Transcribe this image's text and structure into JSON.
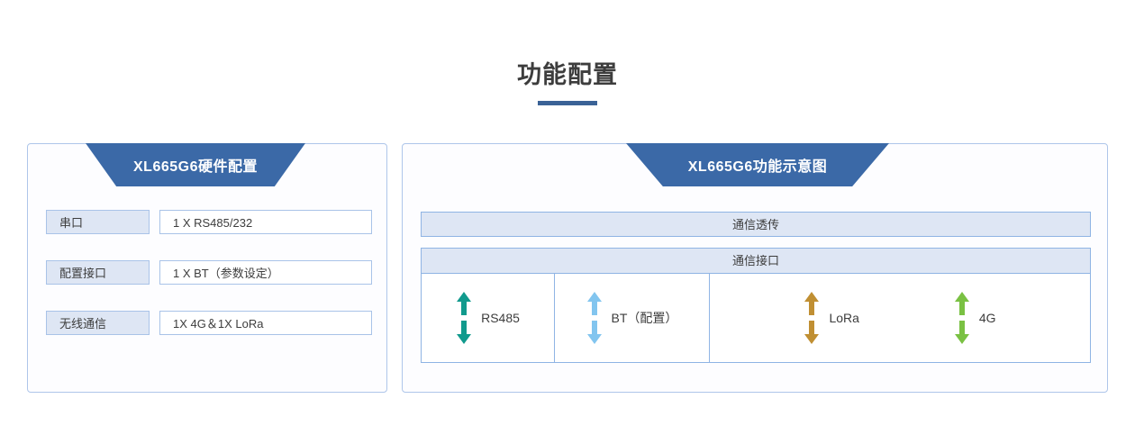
{
  "page": {
    "title": "功能配置"
  },
  "colors": {
    "banner_blue": "#3b69a7",
    "title_rule": "#3a6296",
    "cell_fill": "#dee6f4",
    "border_blue": "#a9c3e8",
    "arrow_rs485": "#119a8d",
    "arrow_bt": "#82c5ef",
    "arrow_lora": "#c08f33",
    "arrow_4g": "#7ac143"
  },
  "left_panel": {
    "banner_title": "XL665G6硬件配置",
    "rows": [
      {
        "label": "串口",
        "value": "1 X RS485/232"
      },
      {
        "label": "配置接口",
        "value": "1 X BT（参数设定）"
      },
      {
        "label": "无线通信",
        "value": "1X 4G＆1X LoRa"
      }
    ]
  },
  "right_panel": {
    "banner_title": "XL665G6功能示意图",
    "bar_transmit": "通信透传",
    "bar_interface": "通信接口",
    "interfaces": [
      {
        "label": "RS485",
        "icon": "double-arrow-icon",
        "color": "#119a8d"
      },
      {
        "label": "BT（配置）",
        "icon": "double-arrow-icon",
        "color": "#82c5ef"
      },
      {
        "label": "LoRa",
        "icon": "double-arrow-icon",
        "color": "#c08f33"
      },
      {
        "label": "4G",
        "icon": "double-arrow-icon",
        "color": "#7ac143"
      }
    ]
  }
}
